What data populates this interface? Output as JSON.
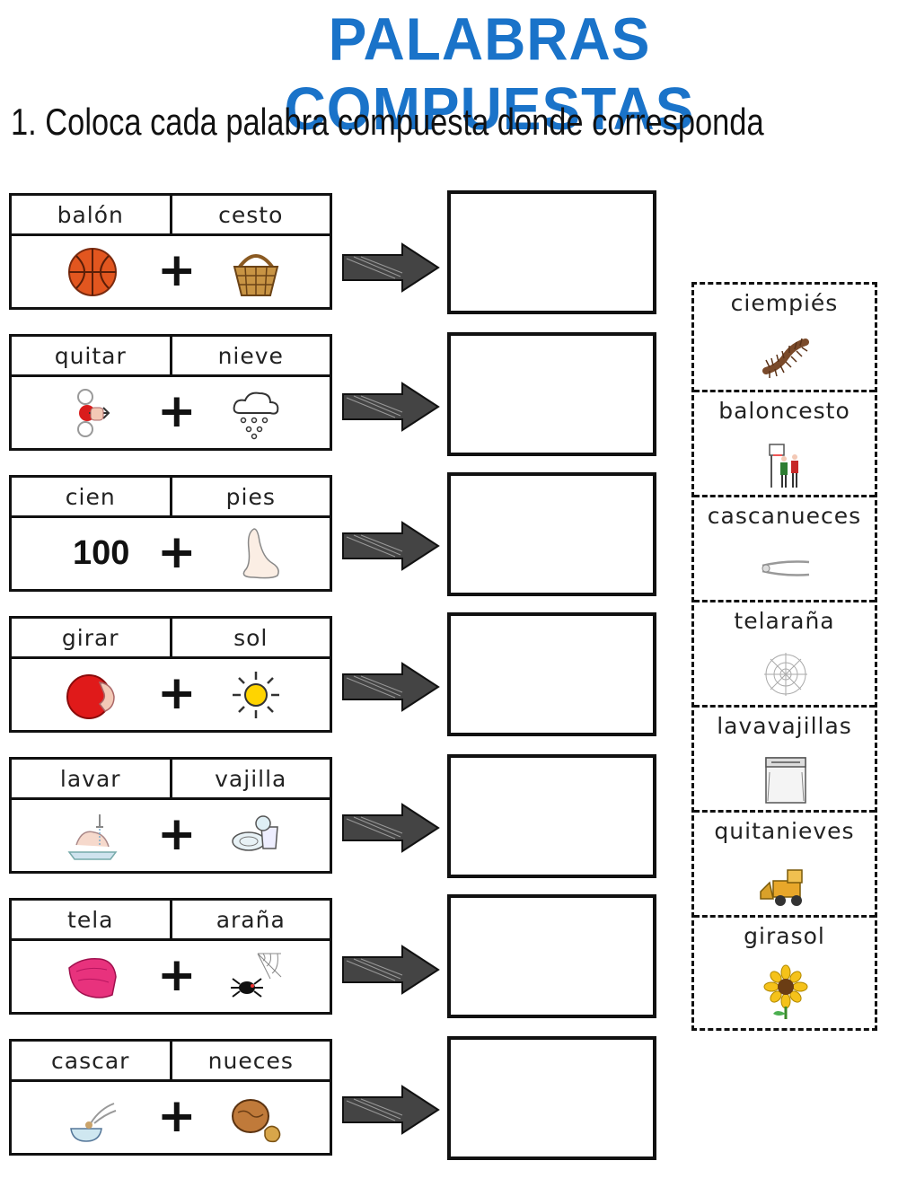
{
  "title": "PALABRAS COMPUESTAS",
  "instruction": "1. Coloca cada palabra compuesta donde corresponda",
  "rows": [
    {
      "word1": "balón",
      "word2": "cesto",
      "left_icon": "basketball-icon",
      "right_icon": "basket-icon"
    },
    {
      "word1": "quitar",
      "word2": "nieve",
      "left_icon": "remove-icon",
      "right_icon": "snow-cloud-icon"
    },
    {
      "word1": "cien",
      "word2": "pies",
      "left_text": "100",
      "right_icon": "foot-icon"
    },
    {
      "word1": "girar",
      "word2": "sol",
      "left_icon": "rotate-ball-icon",
      "right_icon": "sun-icon"
    },
    {
      "word1": "lavar",
      "word2": "vajilla",
      "left_icon": "washing-hands-icon",
      "right_icon": "dishes-icon"
    },
    {
      "word1": "tela",
      "word2": "araña",
      "left_icon": "fabric-icon",
      "right_icon": "spider-icon"
    },
    {
      "word1": "cascar",
      "word2": "nueces",
      "left_icon": "cracking-icon",
      "right_icon": "walnut-icon"
    }
  ],
  "plus_sign": "+",
  "word_bank": [
    {
      "label": "ciempiés",
      "icon": "centipede-icon"
    },
    {
      "label": "baloncesto",
      "icon": "basketball-game-icon"
    },
    {
      "label": "cascanueces",
      "icon": "nutcracker-icon"
    },
    {
      "label": "telaraña",
      "icon": "spiderweb-icon"
    },
    {
      "label": "lavavajillas",
      "icon": "dishwasher-icon"
    },
    {
      "label": "quitanieves",
      "icon": "snowplow-icon"
    },
    {
      "label": "girasol",
      "icon": "sunflower-icon"
    }
  ],
  "colors": {
    "title": "#1a73c9",
    "border": "#111111"
  }
}
